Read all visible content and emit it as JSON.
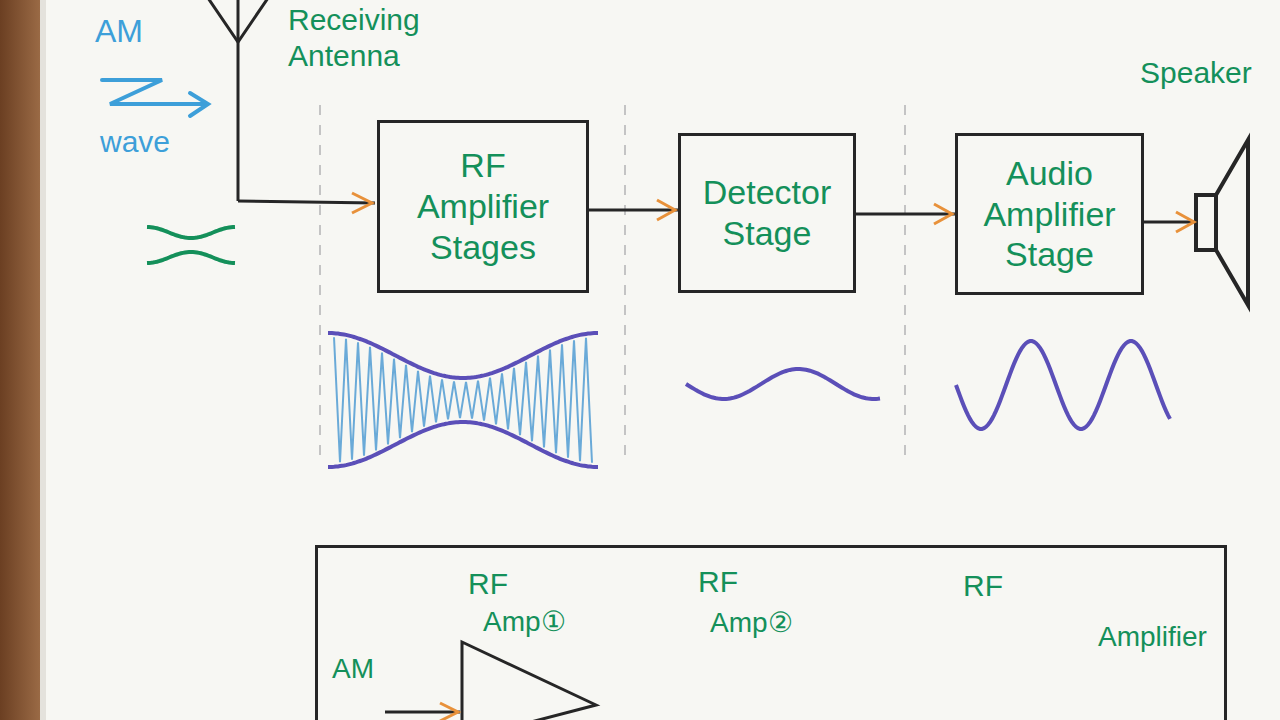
{
  "diagram": {
    "nodes": [
      {
        "text": [
          "RF Amplifier Stages"
        ]
      },
      {
        "text": [
          "Detector Stage"
        ]
      },
      {
        "text": [
          "Audio Amplifier Stage"
        ]
      },
      {
        "text": [
          "AM",
          "RF",
          "Amp①",
          "RF",
          "Amp②",
          "RF",
          "Amplifier"
        ]
      }
    ],
    "edges": [
      {
        "from": 0,
        "to": 1,
        "arrow": "to"
      },
      {
        "from": 1,
        "to": 2,
        "arrow": "to"
      }
    ],
    "labels": [
      "AM",
      "wave",
      "Receiving Antenna",
      "Speaker"
    ]
  }
}
